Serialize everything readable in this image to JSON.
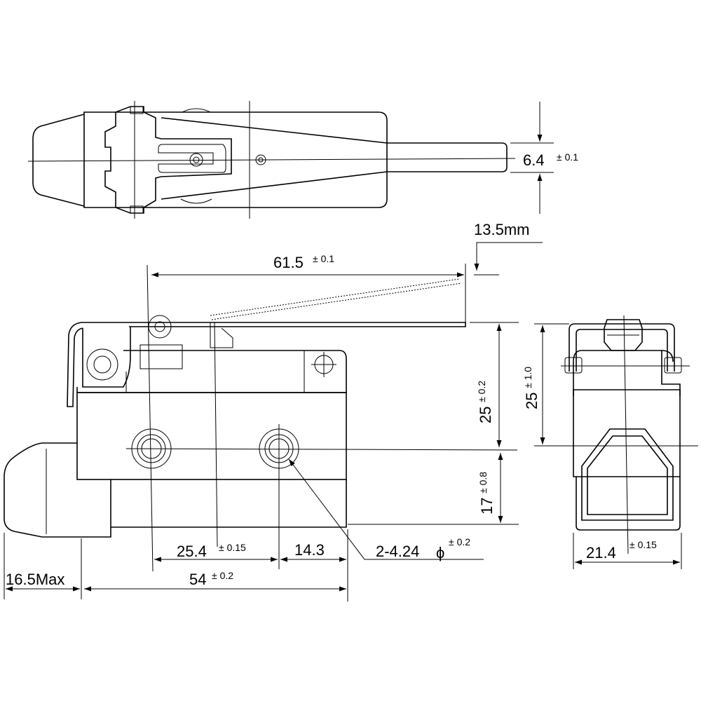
{
  "dimensions": {
    "lever_width": {
      "value": "6.4",
      "tol": "± 0.1"
    },
    "lever_offset": {
      "value": "13.5mm"
    },
    "lever_length": {
      "value": "61.5",
      "tol": "± 0.1"
    },
    "upper_height": {
      "value": "25",
      "tol": "± 0.2"
    },
    "lower_height": {
      "value": "17",
      "tol": "± 0.8"
    },
    "side_height": {
      "value": "25",
      "tol": "± 1.0"
    },
    "hole_spacing": {
      "value": "25.4",
      "tol": "± 0.15"
    },
    "hole_to_edge": {
      "value": "14.3"
    },
    "holes": {
      "value": "2-4.24",
      "symbol": "ϕ",
      "tol": "± 0.2"
    },
    "body_length": {
      "value": "54",
      "tol": "± 0.2"
    },
    "plunger_max": {
      "value": "16.5Max"
    },
    "side_width": {
      "value": "21.4",
      "tol": "± 0.15"
    }
  }
}
